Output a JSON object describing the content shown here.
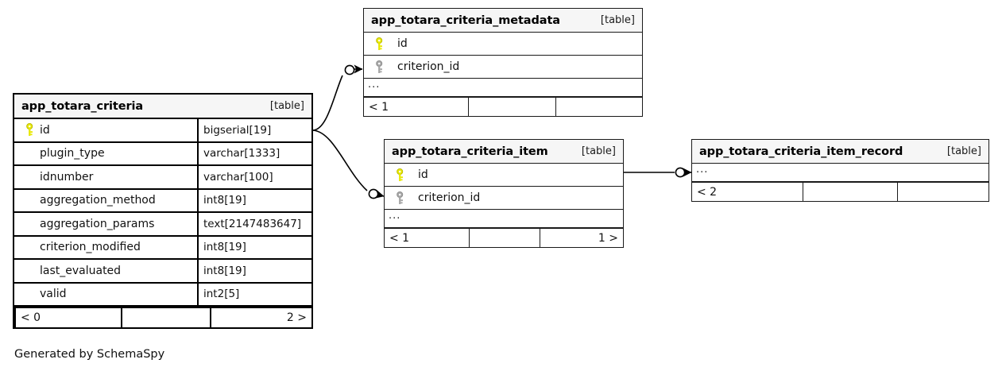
{
  "diagram": {
    "caption": "Generated by SchemaSpy",
    "table_tag": "[table]",
    "ellipsis": "...",
    "key_icon_primary": "key-icon-primary",
    "key_icon_foreign": "key-icon-foreign",
    "colors": {
      "primary_key": "#e8e800",
      "foreign_key": "#a6a6a6",
      "header_bg": "#f6f6f6",
      "border": "#1a1a1a",
      "line": "#000000"
    }
  },
  "tables": [
    {
      "id": "app_totara_criteria",
      "name": "app_totara_criteria",
      "tag": "[table]",
      "columns": [
        {
          "name": "id",
          "type": "bigserial[19]",
          "key": "primary"
        },
        {
          "name": "plugin_type",
          "type": "varchar[1333]",
          "key": "none"
        },
        {
          "name": "idnumber",
          "type": "varchar[100]",
          "key": "none"
        },
        {
          "name": "aggregation_method",
          "type": "int8[19]",
          "key": "none"
        },
        {
          "name": "aggregation_params",
          "type": "text[2147483647]",
          "key": "none"
        },
        {
          "name": "criterion_modified",
          "type": "int8[19]",
          "key": "none"
        },
        {
          "name": "last_evaluated",
          "type": "int8[19]",
          "key": "none"
        },
        {
          "name": "valid",
          "type": "int2[5]",
          "key": "none"
        }
      ],
      "footer": {
        "left": "< 0",
        "center": "",
        "right": "2 >"
      }
    },
    {
      "id": "app_totara_criteria_metadata",
      "name": "app_totara_criteria_metadata",
      "tag": "[table]",
      "columns": [
        {
          "name": "id",
          "type": "",
          "key": "primary"
        },
        {
          "name": "criterion_id",
          "type": "",
          "key": "foreign"
        }
      ],
      "has_ellipsis": true,
      "footer": {
        "left": "< 1",
        "center": "",
        "right": ""
      }
    },
    {
      "id": "app_totara_criteria_item",
      "name": "app_totara_criteria_item",
      "tag": "[table]",
      "columns": [
        {
          "name": "id",
          "type": "",
          "key": "primary"
        },
        {
          "name": "criterion_id",
          "type": "",
          "key": "foreign"
        }
      ],
      "has_ellipsis": true,
      "footer": {
        "left": "< 1",
        "center": "",
        "right": "1 >"
      }
    },
    {
      "id": "app_totara_criteria_item_record",
      "name": "app_totara_criteria_item_record",
      "tag": "[table]",
      "columns": [],
      "has_ellipsis": true,
      "footer": {
        "left": "< 2",
        "center": "",
        "right": ""
      }
    }
  ],
  "relationships": [
    {
      "from": "app_totara_criteria",
      "to": "app_totara_criteria_metadata",
      "from_column": "id",
      "to_column": "criterion_id"
    },
    {
      "from": "app_totara_criteria",
      "to": "app_totara_criteria_item",
      "from_column": "id",
      "to_column": "criterion_id"
    },
    {
      "from": "app_totara_criteria_item",
      "to": "app_totara_criteria_item_record",
      "from_column": "id",
      "to_column": "..."
    }
  ]
}
